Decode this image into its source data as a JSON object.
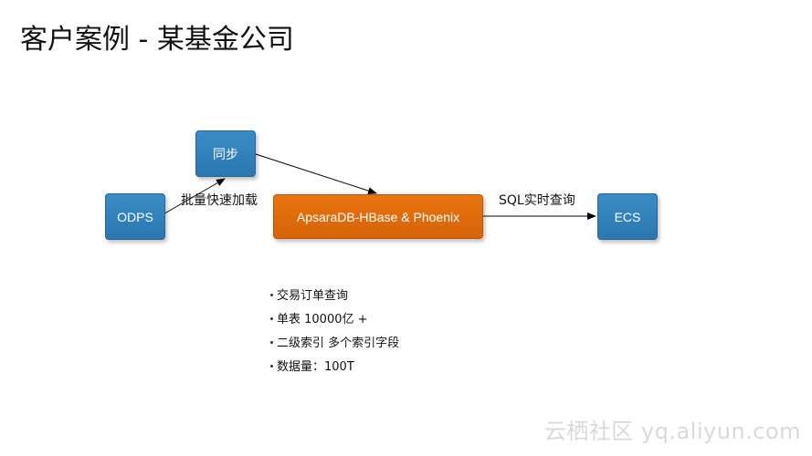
{
  "title": "客户案例 - 某基金公司",
  "nodes": {
    "sync": "同步",
    "odps": "ODPS",
    "hbase": "ApsaraDB-HBase & Phoenix",
    "ecs": "ECS"
  },
  "edge_labels": {
    "bulk_load": "批量快速加载",
    "sql_query": "SQL实时查询"
  },
  "bullets": [
    "交易订单查询",
    "单表 10000亿 +",
    "二级索引 多个索引字段",
    "数据量：100T"
  ],
  "watermark": "云栖社区 yq.aliyun.com",
  "colors": {
    "node_blue": "#2f7fba",
    "node_orange": "#e06c0c",
    "line": "#000000"
  }
}
